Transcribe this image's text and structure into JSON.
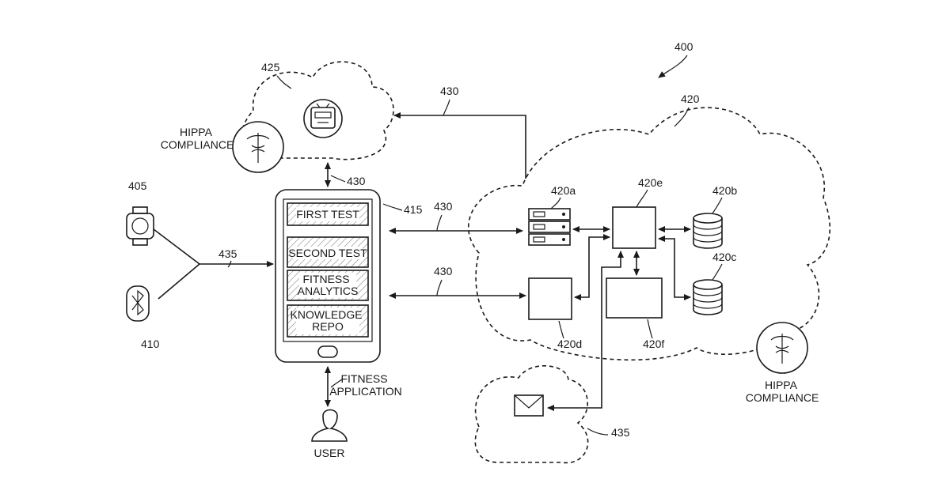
{
  "figure_ref": "400",
  "clouds": {
    "top_cloud_ref": "425",
    "main_cloud_ref": "420",
    "bottom_cloud_ref": "435"
  },
  "compliance": {
    "top": "HIPPA\nCOMPLIANCE",
    "bottom": "HIPPA\nCOMPLIANCE"
  },
  "devices": {
    "watch_ref": "405",
    "bluetooth_ref": "410",
    "input_ref": "435"
  },
  "phone": {
    "ref": "415",
    "buttons": [
      "FIRST TEST",
      "SECOND TEST",
      "FITNESS\nANALYTICS",
      "KNOWLEDGE\nREPO"
    ]
  },
  "connections": {
    "phone_cloud_ref": "430",
    "upper_link_ref": "430",
    "lower_link_ref": "430",
    "top_link_ref": "430"
  },
  "components": {
    "server": "420a",
    "hub": "420e",
    "db_b": "420b",
    "db_c": "420c",
    "box_d": "420d",
    "box_f": "420f"
  },
  "app_label": "FITNESS\nAPPLICATION",
  "user_label": "USER",
  "icons": [
    "robot-icon",
    "caduceus-icon",
    "watch-icon",
    "bluetooth-icon",
    "server-icon",
    "database-icon",
    "envelope-icon",
    "user-icon"
  ]
}
